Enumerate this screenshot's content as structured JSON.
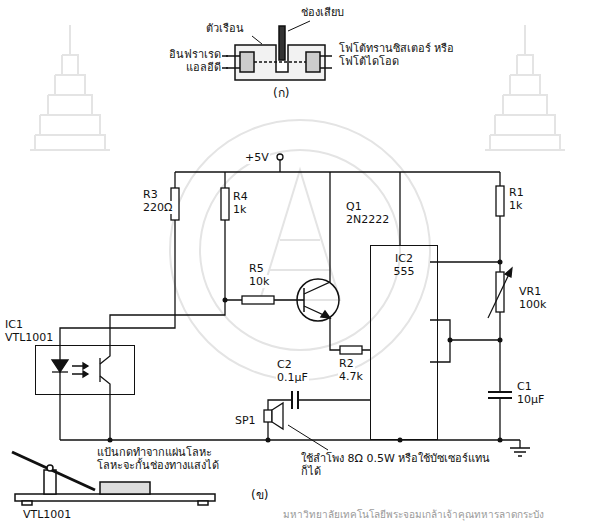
{
  "diagram": {
    "nodes": [
      {
        "text": [
          "IC1",
          "VTL1001"
        ]
      },
      {
        "text": [
          "Q1",
          "2N2222"
        ]
      },
      {
        "text": [
          "IC2",
          "555"
        ]
      }
    ],
    "labels": [
      "ช่องเสียบ",
      "ตัวเรือน",
      "อินฟราเรด แอลอีดี",
      "โฟโต้ทรานซิสเตอร์ หรือโฟโต้ไดโอด",
      "(ก)",
      "+5V",
      "R3",
      "220Ω",
      "R4",
      "1k",
      "R5",
      "10k",
      "R2",
      "4.7k",
      "R1",
      "1k",
      "VR1",
      "100k",
      "C1",
      "10µF",
      "C2",
      "0.1µF",
      "SP1",
      "ใช้ลำโพง 8Ω 0.5W หรือใช้บัซเซอร์แทนก็ได้",
      "แป้นกดทำจากแผ่นโลหะ โลหะจะกั้นช่องทางแสงได้",
      "VTL1001",
      "(ข)",
      "มหาวิทยาลัยเทคโนโลยีพระจอมเกล้าเจ้าคุณทหารลาดกระบัง"
    ]
  }
}
